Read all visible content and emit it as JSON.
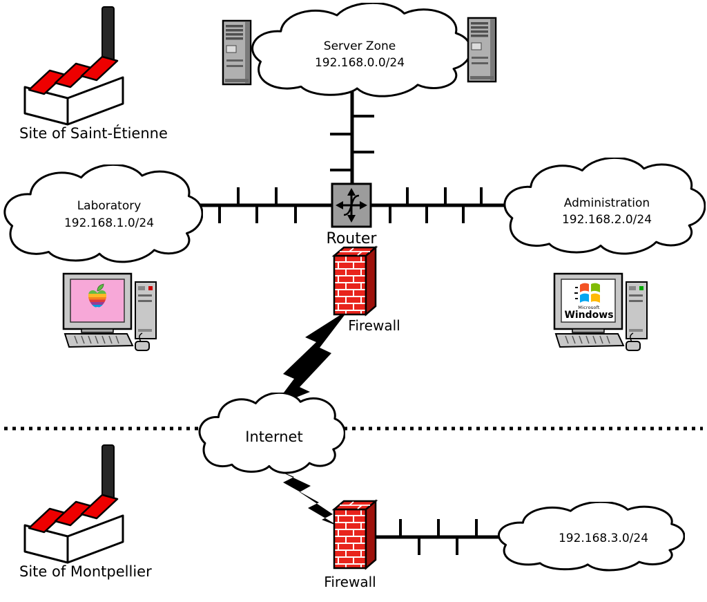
{
  "diagram_type": "network-topology",
  "sites": {
    "saint_etienne": {
      "label": "Site of Saint-Étienne"
    },
    "montpellier": {
      "label": "Site of Montpellier"
    }
  },
  "networks": {
    "server_zone": {
      "name": "Server Zone",
      "subnet": "192.168.0.0/24"
    },
    "laboratory": {
      "name": "Laboratory",
      "subnet": "192.168.1.0/24"
    },
    "administration": {
      "name": "Administration",
      "subnet": "192.168.2.0/24"
    },
    "montpellier_lan": {
      "subnet": "192.168.3.0/24"
    },
    "internet": {
      "name": "Internet"
    }
  },
  "devices": {
    "router": {
      "label": "Router"
    },
    "firewall_main": {
      "label": "Firewall"
    },
    "firewall_montpellier": {
      "label": "Firewall"
    },
    "windows_workstation": {
      "brand_small": "Microsoft",
      "brand": "Windows"
    }
  },
  "icons": {
    "factory": "red-sawtooth-factory-building",
    "server_tower": "server-tower",
    "router": "crossed-arrows-router-box",
    "firewall": "red-brick-wall",
    "lightning": "lightning-bolt-link",
    "cloud": "network-cloud",
    "mac": "classic-macintosh-rainbow-apple",
    "windows_pc": "windows-desktop-pc"
  },
  "colors": {
    "factory_red": "#ee0000",
    "brick_red": "#e8241c",
    "brick_side_red": "#9e120c",
    "router_gray": "#9c9c9c",
    "mac_screen_pink": "#f7a8d8",
    "outline_black": "#000000"
  }
}
